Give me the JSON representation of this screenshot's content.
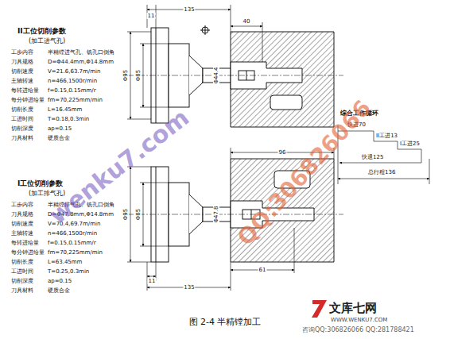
{
  "diagram": {
    "caption": "图 2-4 半精镗加工",
    "labels": [
      "II工位切削参数",
      "(加工进气孔)",
      "工步内容",
      "半精镗进气孔、铣孔口倒角",
      "刀具规格",
      "D=Φ44.4mm,Φ14.8mm",
      "切削速度",
      "V=21.6,63.7m/min",
      "主轴转速",
      "n=466,1500r/min",
      "每转进给量",
      "f=0.15,0.15mm/r",
      "每分钟进给量",
      "fm=70,225mm/min",
      "切削长度",
      "L=16.45mm",
      "工进时间",
      "T=0.18,0.3min",
      "切削深度",
      "ap=0.15",
      "刀具材料",
      "硬质合金",
      "I工位切削参数",
      "(加工排气孔)",
      "工步内容",
      "半精镗排气孔、铣孔口倒角",
      "刀具规格",
      "D=Φ47.8mm,Φ14.8mm",
      "切削速度",
      "V=70.4,69.7m/min",
      "主轴转速",
      "n=466,1500r/min",
      "每转进给量",
      "f=0.15,0.15mm/r",
      "每分钟进给量",
      "fm=70,225mm/min",
      "切削长度",
      "L=63.45mm",
      "工进时间",
      "T=0.25,0.3min",
      "切削深度",
      "ap=0.15",
      "刀具材料",
      "硬质合金",
      "11",
      "135",
      "40",
      "Φ95",
      "Φ85",
      "Φ44.4",
      "96",
      "Φ95",
      "Φ85",
      "Φ47.8",
      "61",
      "11",
      "135",
      "综合工作循环",
      "快进70",
      "II工进13",
      "I工进25",
      "快退125",
      "总行程136",
      "文库七网",
      "WWW.WENKU7.COM",
      "咨询QQ:306826066 QQ:281788421",
      "wenku7.com",
      "QQ:306826066"
    ]
  }
}
